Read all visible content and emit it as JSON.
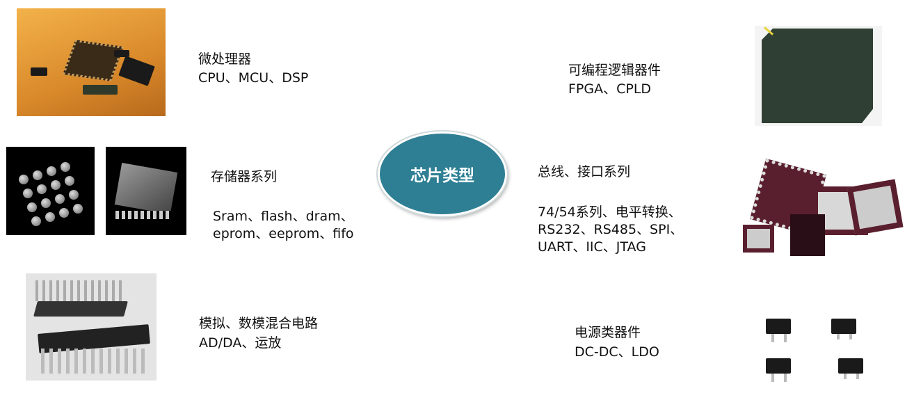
{
  "center": {
    "label": "芯片类型",
    "color": "#2e7f94"
  },
  "categories": [
    {
      "title": "微处理器",
      "lines": [
        "CPU、MCU、DSP"
      ]
    },
    {
      "title": "存储器系列",
      "lines": [
        "Sram、flash、dram、",
        "eprom、eeprom、fifo"
      ]
    },
    {
      "title": "模拟、数模混合电路",
      "lines": [
        "AD/DA、运放"
      ]
    },
    {
      "title": "可编程逻辑器件",
      "lines": [
        "FPGA、CPLD"
      ]
    },
    {
      "title": "总线、接口系列",
      "lines": [
        "74/54系列、电平转换、",
        "RS232、RS485、SPI、",
        "UART、IIC、JTAG"
      ]
    },
    {
      "title": "电源类器件",
      "lines": [
        "DC-DC、LDO"
      ]
    }
  ]
}
